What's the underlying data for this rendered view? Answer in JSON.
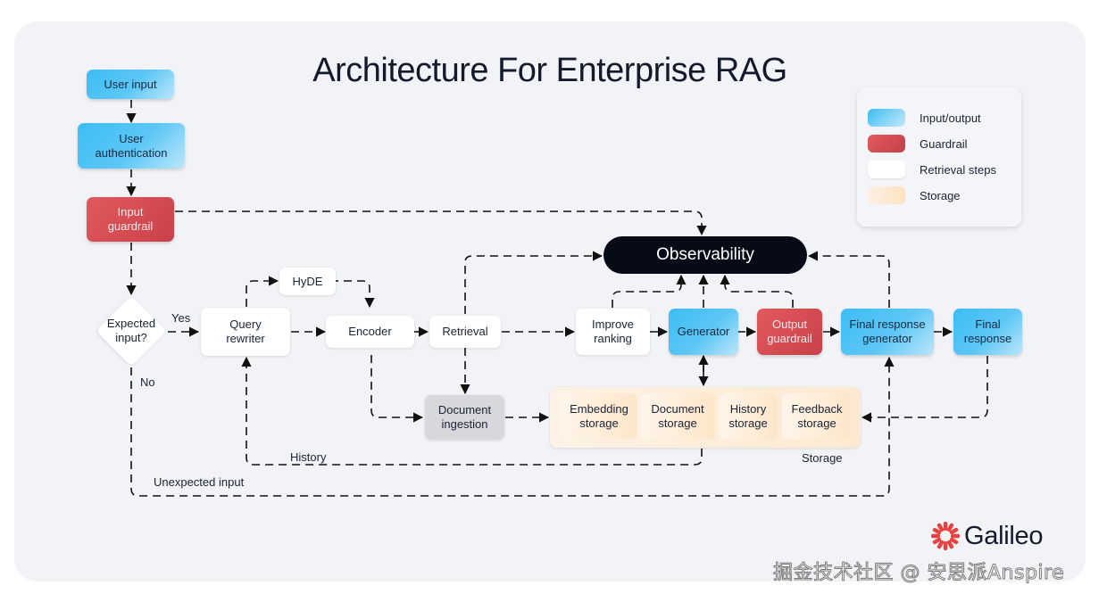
{
  "title": "Architecture For Enterprise RAG",
  "colors": {
    "input_output": "#3cbdf3",
    "guardrail": "#d14b51",
    "retrieval_step": "#ffffff",
    "storage": "#fde6c9",
    "observability": "#070b18",
    "brand_accent": "#e8413f"
  },
  "nodes": {
    "user_input": "User input",
    "user_authentication": "User authentication",
    "input_guardrail": "Input guardrail",
    "expected_input": "Expected input?",
    "query_rewriter": "Query rewriter",
    "hyde": "HyDE",
    "encoder": "Encoder",
    "retrieval": "Retrieval",
    "document_ingestion": "Document ingestion",
    "improve_ranking": "Improve ranking",
    "generator": "Generator",
    "output_guardrail": "Output guardrail",
    "final_response_generator": "Final response generator",
    "final_response": "Final response",
    "observability": "Observability"
  },
  "storage": {
    "group_label": "Storage",
    "items": [
      "Embedding storage",
      "Document storage",
      "History storage",
      "Feedback storage"
    ]
  },
  "edge_labels": {
    "yes": "Yes",
    "no": "No",
    "history": "History",
    "unexpected_input": "Unexpected input"
  },
  "legend": [
    {
      "label": "Input/output",
      "type": "input_output"
    },
    {
      "label": "Guardrail",
      "type": "guardrail"
    },
    {
      "label": "Retrieval steps",
      "type": "retrieval_step"
    },
    {
      "label": "Storage",
      "type": "storage"
    }
  ],
  "brand": {
    "name": "Galileo",
    "icon": "galileo-burst-icon"
  },
  "watermark": "掘金技术社区 @ 安思派Anspire"
}
